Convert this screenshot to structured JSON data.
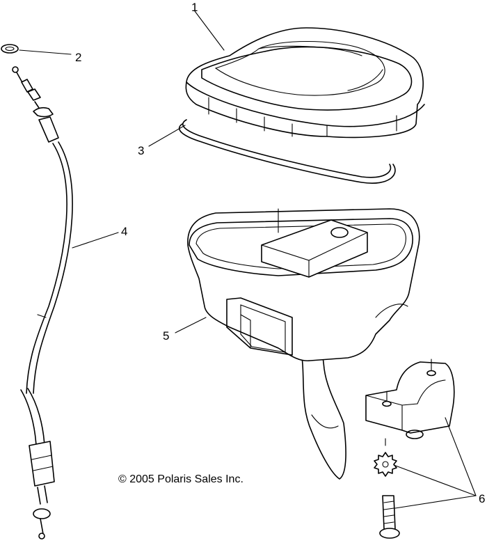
{
  "callouts": {
    "c1": "1",
    "c2": "2",
    "c3": "3",
    "c4": "4",
    "c5": "5",
    "c6": "6"
  },
  "copyright": "© 2005 Polaris Sales Inc."
}
